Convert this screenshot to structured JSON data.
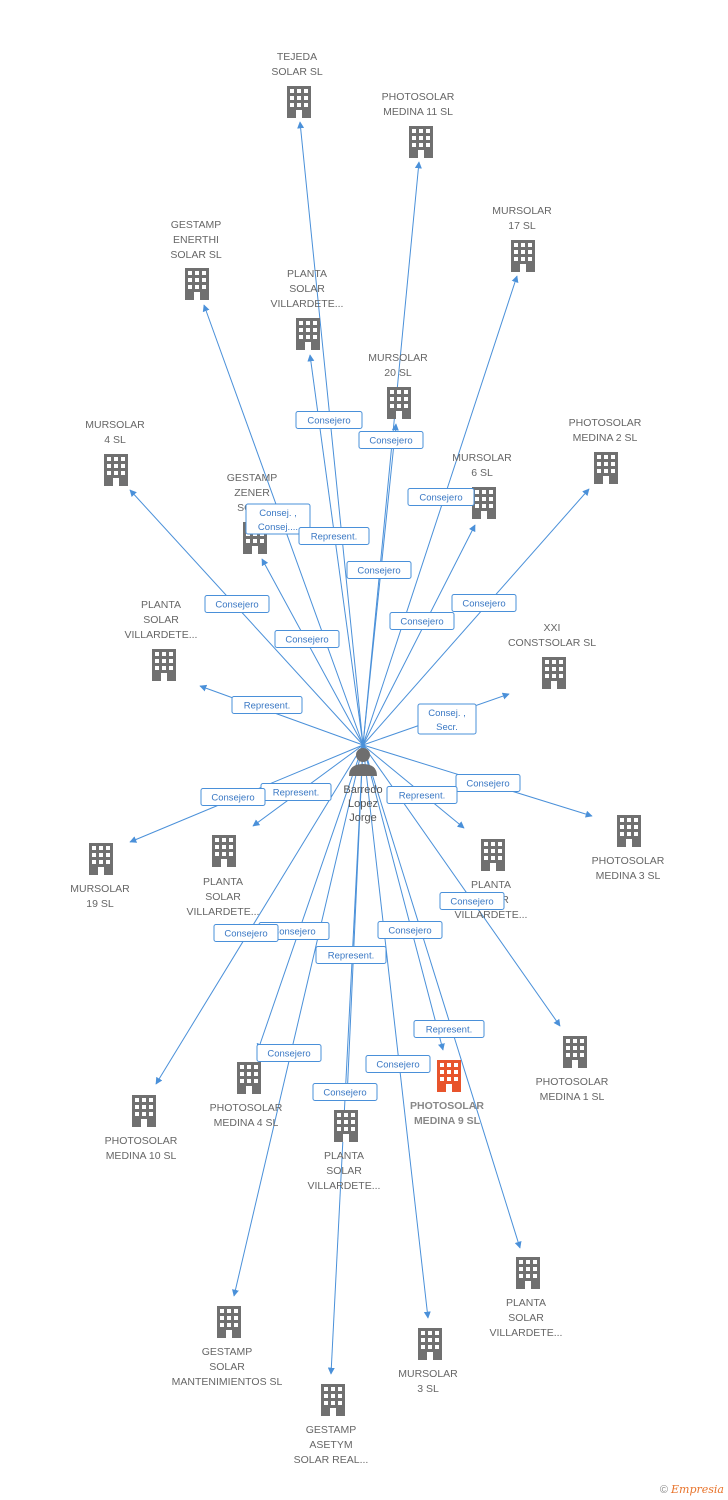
{
  "colors": {
    "edge": "#4a90d9",
    "building": "#707070",
    "highlight": "#e8542c"
  },
  "center": {
    "label": [
      "Barredo",
      "Lopez",
      "Jorge"
    ],
    "icon": "person-icon"
  },
  "nodes": [
    {
      "label": [
        "TEJEDA",
        "SOLAR  SL"
      ],
      "icon": "building-icon"
    },
    {
      "label": [
        "PHOTOSOLAR",
        "MEDINA 11 SL"
      ],
      "icon": "building-icon"
    },
    {
      "label": [
        "MURSOLAR",
        "17 SL"
      ],
      "icon": "building-icon"
    },
    {
      "label": [
        "GESTAMP",
        "ENERTHI",
        "SOLAR SL"
      ],
      "icon": "building-icon"
    },
    {
      "label": [
        "PLANTA",
        "SOLAR",
        "VILLARDETE..."
      ],
      "icon": "building-icon"
    },
    {
      "label": [
        "MURSOLAR",
        "20 SL"
      ],
      "icon": "building-icon"
    },
    {
      "label": [
        "PHOTOSOLAR",
        "MEDINA 2 SL"
      ],
      "icon": "building-icon"
    },
    {
      "label": [
        "MURSOLAR",
        "4 SL"
      ],
      "icon": "building-icon"
    },
    {
      "label": [
        "MURSOLAR",
        "6 SL"
      ],
      "icon": "building-icon"
    },
    {
      "label": [
        "GESTAMP",
        "ZENER",
        "SOL..."
      ],
      "icon": "building-icon"
    },
    {
      "label": [
        "XXI",
        "CONSTSOLAR SL"
      ],
      "icon": "building-icon"
    },
    {
      "label": [
        "PLANTA",
        "SOLAR",
        "VILLARDETE..."
      ],
      "icon": "building-icon"
    },
    {
      "label": [
        "PHOTOSOLAR",
        "MEDINA 3 SL"
      ],
      "icon": "building-icon"
    },
    {
      "label": [
        "MURSOLAR",
        "19 SL"
      ],
      "icon": "building-icon"
    },
    {
      "label": [
        "PLANTA",
        "SOLAR",
        "VILLARDETE..."
      ],
      "icon": "building-icon"
    },
    {
      "label": [
        "PLANTA",
        "SOLAR",
        "VILLARDETE..."
      ],
      "icon": "building-icon"
    },
    {
      "label": [
        "PHOTOSOLAR",
        "MEDINA 1 SL"
      ],
      "icon": "building-icon"
    },
    {
      "label": [
        "PHOTOSOLAR",
        "MEDINA 4 SL"
      ],
      "icon": "building-icon"
    },
    {
      "label": [
        "PHOTOSOLAR",
        "MEDINA 9 SL"
      ],
      "icon": "building-icon",
      "highlight": true
    },
    {
      "label": [
        "PHOTOSOLAR",
        "MEDINA 10 SL"
      ],
      "icon": "building-icon"
    },
    {
      "label": [
        "PLANTA",
        "SOLAR",
        "VILLARDETE..."
      ],
      "icon": "building-icon"
    },
    {
      "label": [
        "PLANTA",
        "SOLAR",
        "VILLARDETE..."
      ],
      "icon": "building-icon"
    },
    {
      "label": [
        "GESTAMP",
        "SOLAR",
        "MANTENIMIENTOS SL"
      ],
      "icon": "building-icon"
    },
    {
      "label": [
        "MURSOLAR",
        "3 SL"
      ],
      "icon": "building-icon"
    },
    {
      "label": [
        "GESTAMP",
        "ASETYM",
        "SOLAR REAL..."
      ],
      "icon": "building-icon"
    }
  ],
  "edge_labels": [
    [
      "Consejero"
    ],
    [
      "Consejero"
    ],
    [
      "Consejero"
    ],
    [
      "Consej. ,",
      "Consej...."
    ],
    [
      "Represent."
    ],
    [
      "Consejero"
    ],
    [
      "Consejero"
    ],
    [
      "Consejero"
    ],
    [
      "Consejero"
    ],
    [
      "Consejero"
    ],
    [
      "Represent."
    ],
    [
      "Consej. ,",
      "Secr."
    ],
    [
      "Represent."
    ],
    [
      "Consejero"
    ],
    [
      "Represent."
    ],
    [
      "Consejero"
    ],
    [
      "Consejero"
    ],
    [
      "Consejero"
    ],
    [
      "Consejero"
    ],
    [
      "Represent."
    ],
    [
      "Consejero"
    ],
    [
      "Represent."
    ],
    [
      "Consejero"
    ],
    [
      "Consejero"
    ],
    [
      "Consejero"
    ]
  ],
  "footer": {
    "copyright": "©",
    "brand": "Empresia"
  }
}
